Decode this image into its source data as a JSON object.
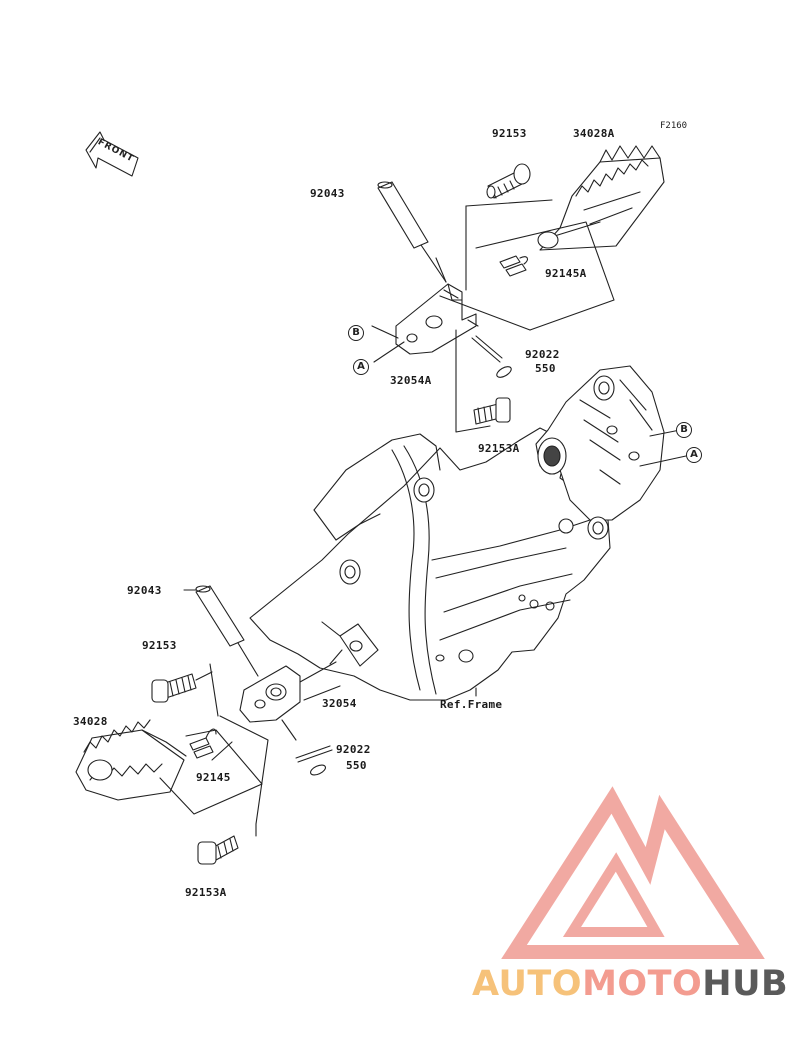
{
  "diagram_code": "F2160",
  "front_label": "FRONT",
  "ref_frame_label": "Ref.Frame",
  "callouts": {
    "a": "A",
    "b": "B"
  },
  "parts": {
    "upper": {
      "peg_pin": "92043",
      "pivot_bolt": "92153",
      "footpeg": "34028A",
      "spring": "92145A",
      "cotter_pin": "92022",
      "washer": "550",
      "bracket": "32054A",
      "bracket_bolt": "92153A"
    },
    "lower": {
      "peg_pin": "92043",
      "pivot_bolt": "92153",
      "footpeg": "34028",
      "bracket": "32054",
      "spring": "92145",
      "cotter_pin": "92022",
      "washer": "550",
      "bracket_bolt": "92153A"
    }
  },
  "watermark": {
    "part1": "AUTO",
    "part2": "MOTO",
    "part3": "HUB",
    "color_primary": "#f39c90",
    "color_secondary": "#f6c27a",
    "color_dark": "#5a5a5a"
  }
}
